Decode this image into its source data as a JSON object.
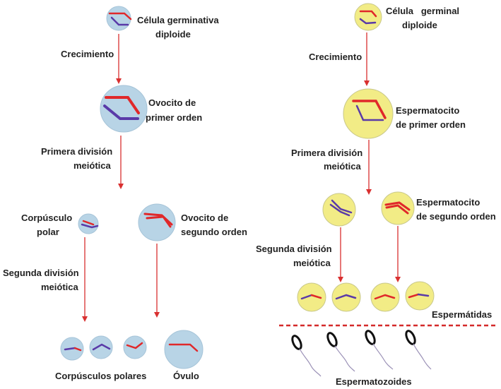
{
  "colors": {
    "ovo_cell": "#b8d4e6",
    "ovo_cell_stroke": "#a6c4d8",
    "sperm_cell": "#f2ec86",
    "sperm_cell_stroke": "#c9c88a",
    "arrow": "#d93030",
    "chrom_red": "#e0282a",
    "chrom_blue": "#5a3aa8",
    "divider": "#d42a2a",
    "sperm_head": "#111111",
    "sperm_tail": "#9a90b6"
  },
  "oogenesis": {
    "germ_cell": [
      "Célula germinativa",
      "diploide"
    ],
    "growth": "Crecimiento",
    "primary_oocyte": [
      "Ovocito de",
      "primer orden"
    ],
    "first_division": [
      "Primera división",
      "meiótica"
    ],
    "polar_body": [
      "Corpúsculo",
      "polar"
    ],
    "secondary_oocyte": [
      "Ovocito de",
      "segundo orden"
    ],
    "second_division": [
      "Segunda división",
      "meiótica"
    ],
    "polar_bodies": "Corpúsculos polares",
    "ovum": "Óvulo"
  },
  "spermatogenesis": {
    "germ_cell": [
      "Célula   germinal",
      "diploide"
    ],
    "growth": "Crecimiento",
    "primary_spermatocyte": [
      "Espermatocito",
      "de primer orden"
    ],
    "first_division": [
      "Primera división",
      "meiótica"
    ],
    "secondary_spermatocyte": [
      "Espermatocito",
      "de segundo orden"
    ],
    "second_division": [
      "Segunda división",
      "meiótica"
    ],
    "spermatids": "Espermátidas",
    "spermatozoa": "Espermatozoides"
  }
}
